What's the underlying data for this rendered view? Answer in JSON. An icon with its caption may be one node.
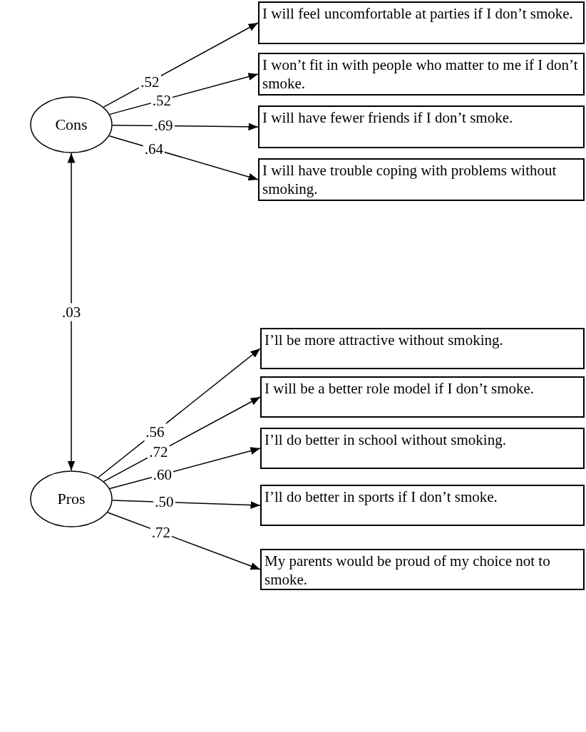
{
  "diagram": {
    "nodes": [
      {
        "text": [
          "Cons"
        ]
      },
      {
        "text": [
          "I will feel uncomfortable at parties if I don’t smoke."
        ]
      },
      {
        "text": [
          "I won’t fit in with people who matter to me if I don’t smoke."
        ]
      },
      {
        "text": [
          "I will have fewer friends if I don’t smoke."
        ]
      },
      {
        "text": [
          "I will have trouble coping with problems without smoking."
        ]
      },
      {
        "text": [
          "Pros"
        ]
      },
      {
        "text": [
          "I’ll be more attractive without smoking."
        ]
      },
      {
        "text": [
          "I will be a better role model if I don’t smoke."
        ]
      },
      {
        "text": [
          "I’ll do better in school without smoking."
        ]
      },
      {
        "text": [
          "I’ll do better in sports if I don’t smoke."
        ]
      },
      {
        "text": [
          "My parents would be proud of my choice not to smoke."
        ]
      }
    ],
    "edges": [
      {
        "from": 0,
        "to": 1,
        "arrow": "to",
        "label": ".52"
      },
      {
        "from": 0,
        "to": 2,
        "arrow": "to",
        "label": ".52"
      },
      {
        "from": 0,
        "to": 3,
        "arrow": "to",
        "label": ".69"
      },
      {
        "from": 0,
        "to": 4,
        "arrow": "to",
        "label": ".64"
      },
      {
        "from": 0,
        "to": 5,
        "arrow": "both",
        "label": ".03"
      },
      {
        "from": 5,
        "to": 6,
        "arrow": "to",
        "label": ".56"
      },
      {
        "from": 5,
        "to": 7,
        "arrow": "to",
        "label": ".72"
      },
      {
        "from": 5,
        "to": 8,
        "arrow": "to",
        "label": ".60"
      },
      {
        "from": 5,
        "to": 9,
        "arrow": "to",
        "label": ".50"
      },
      {
        "from": 5,
        "to": 10,
        "arrow": "to",
        "label": ".72"
      }
    ]
  }
}
